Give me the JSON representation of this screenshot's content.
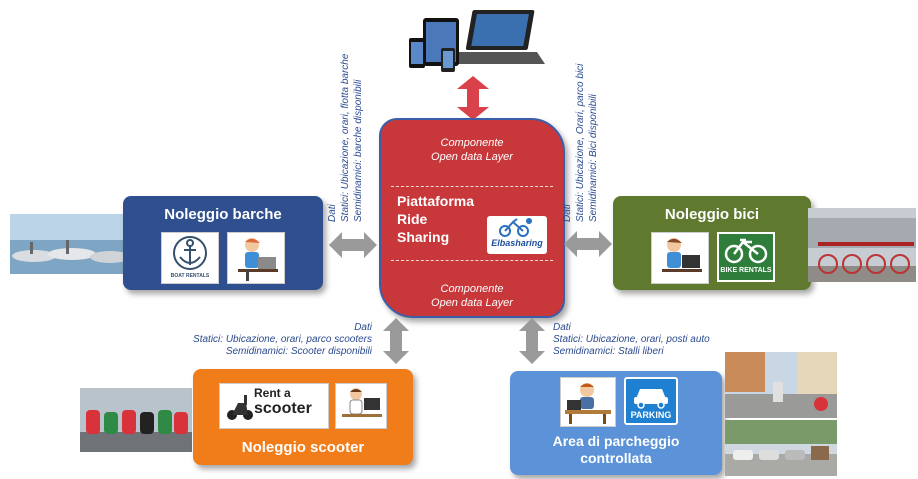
{
  "center": {
    "top_component": [
      "Componente",
      "Open data Layer"
    ],
    "platform": [
      "Piattaforma",
      "Ride",
      "Sharing"
    ],
    "logo_text": "Elbasharing",
    "bottom_component": [
      "Componente",
      "Open data Layer"
    ]
  },
  "boats": {
    "title": "Noleggio barche",
    "logo_text": "BOAT RENTALS",
    "notes": [
      "Dati",
      "Statici: Ubicazione, orari, flotta barche",
      "Semidinamici: barche disponibili"
    ]
  },
  "bikes": {
    "title": "Noleggio bici",
    "logo_text": "BIKE RENTALS",
    "notes": [
      "Dati",
      "Statici: Ubicazione, Orari, parco bici",
      "Semidinamici: Bici disponibili"
    ]
  },
  "scooter": {
    "title": "Noleggio scooter",
    "logo_text": [
      "Rent a",
      "scooter"
    ],
    "notes": [
      "Dati",
      "Statici: Ubicazione, orari, parco scooters",
      "Semidinamici: Scooter disponibili"
    ]
  },
  "parking": {
    "title": [
      "Area di parcheggio",
      "controllata"
    ],
    "logo_text": "PARKING",
    "notes": [
      "Dati",
      "Statici: Ubicazione, orari, posti auto",
      "Semidinamici: Stalli liberi"
    ]
  },
  "colors": {
    "center": "#c8373a",
    "center_border": "#3a5fa8",
    "boats": "#2f4f8f",
    "bikes": "#5f7a2e",
    "scooter": "#f07d1a",
    "parking": "#5b92d8",
    "arrow_gray": "#9a9a9a",
    "arrow_red": "#d9424a",
    "note_text": "#2b4a8f"
  }
}
